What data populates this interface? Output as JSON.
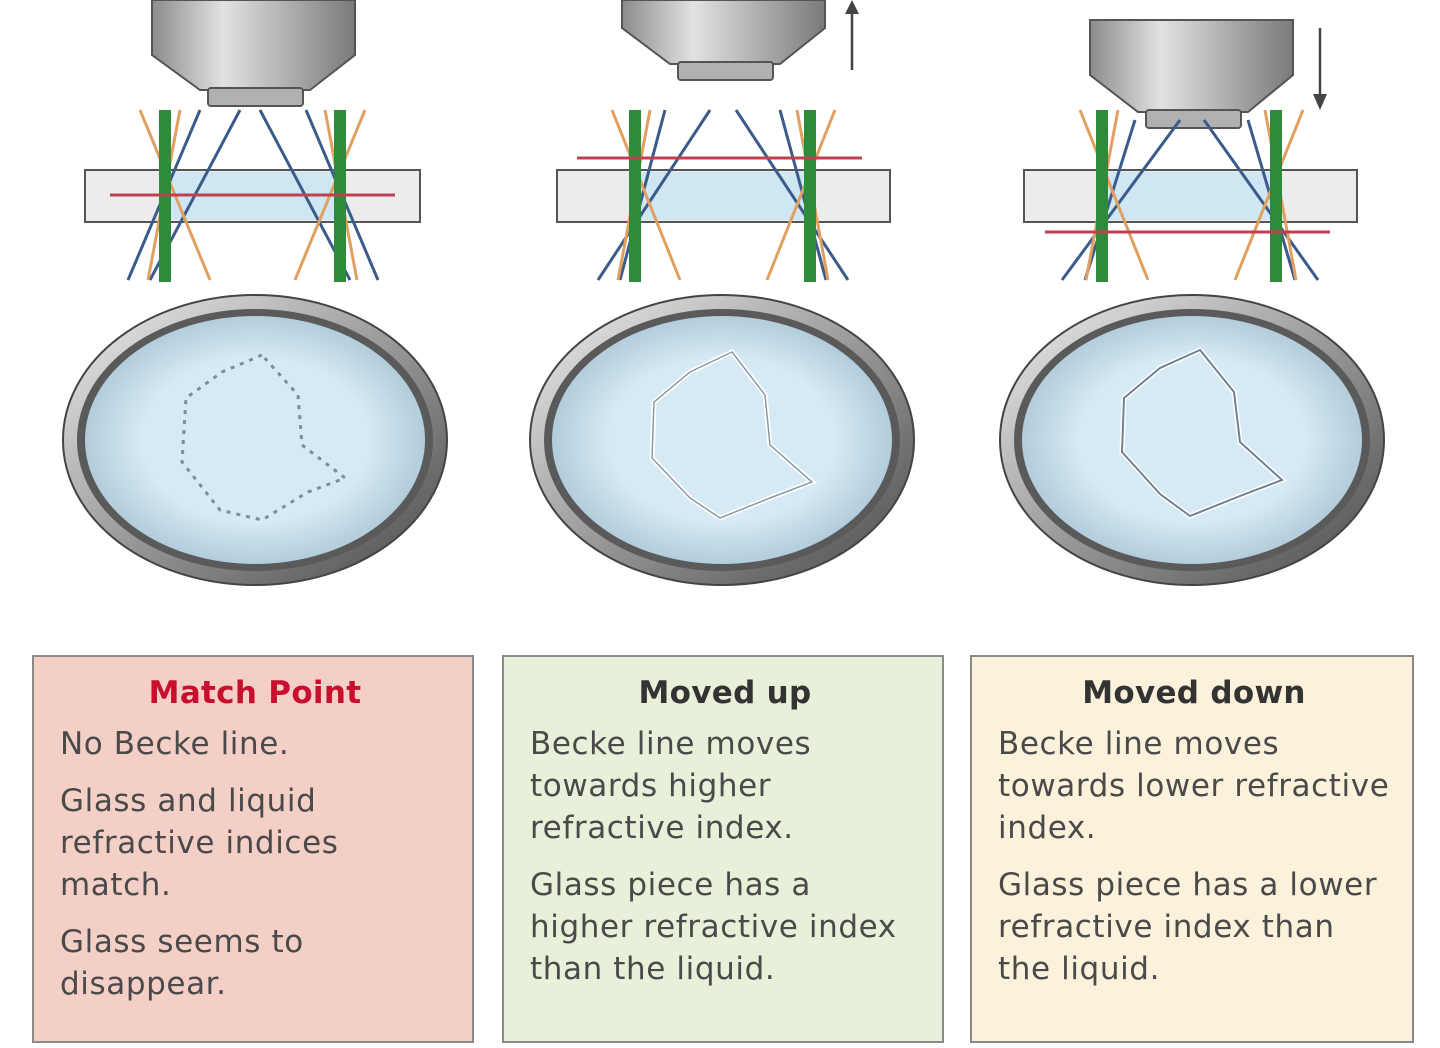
{
  "panels": [
    {
      "title": "Match Point",
      "lines": [
        "No Becke line.",
        "Glass and liquid refractive indices match.",
        "Glass seems to disappear."
      ],
      "title_color": "#c8102e",
      "background": "#f3cfc6"
    },
    {
      "title": "Moved up",
      "lines": [
        "Becke line moves towards higher refractive index.",
        "Glass piece has a higher refractive index than the liquid."
      ],
      "title_color": "#333333",
      "background": "#e8f0d9"
    },
    {
      "title": "Moved down",
      "lines": [
        "Becke line moves towards lower refractive index.",
        "Glass piece has a lower refractive index than the liquid."
      ],
      "title_color": "#333333",
      "background": "#fcf1db"
    }
  ],
  "colors": {
    "objective_lens": "#a9a9a9",
    "slide_glass": "#cfe6f3",
    "green_light": "#2e8b3a",
    "blue_ray": "#3b5b8a",
    "orange_ray": "#e0a060",
    "focal_plane_line": "#c0404f",
    "field_of_view": "#cfe6f3"
  },
  "icons": [
    "objective-lens-icon",
    "focus-arrow-up-icon",
    "focus-arrow-down-icon",
    "field-of-view-icon",
    "glass-fragment-icon"
  ]
}
